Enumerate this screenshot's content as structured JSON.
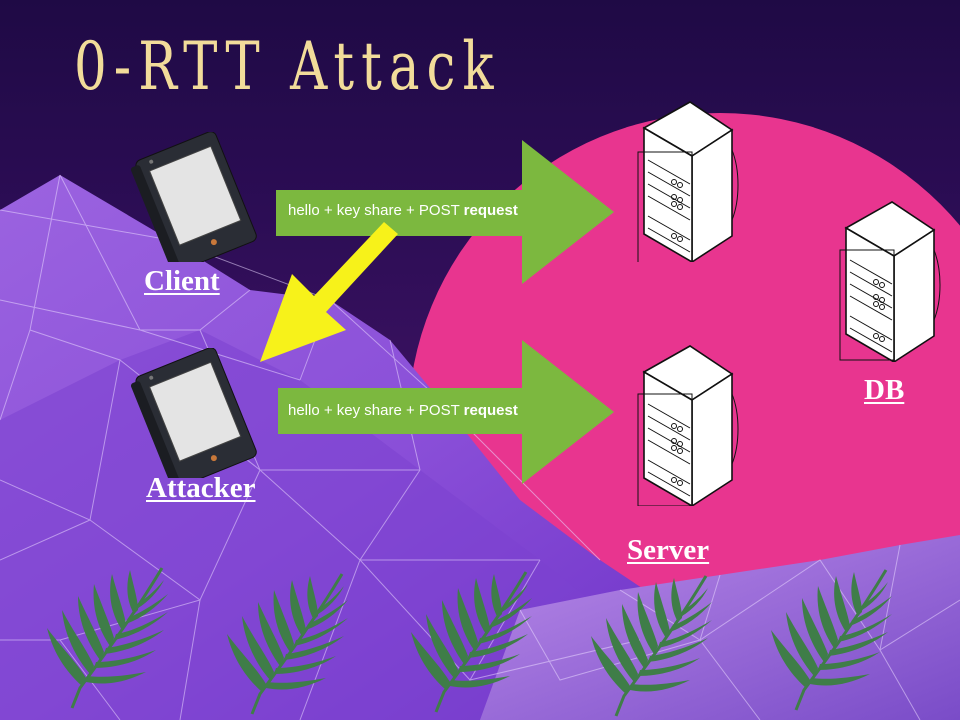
{
  "slide": {
    "title": "0-RTT Attack",
    "colors": {
      "title": "#f2dc9a",
      "arrow_green": "#7cb83f",
      "attack_arrow": "#f7f21a",
      "sun_pink": "#e8358f",
      "fern_green": "#3f7d48"
    },
    "messages": [
      {
        "text": "hello + key share + POST ",
        "bold": "request"
      },
      {
        "text": "hello + key share + POST ",
        "bold": "request"
      }
    ],
    "nodes": {
      "client": "Client",
      "attacker": "Attacker",
      "server": "Server",
      "db": "DB"
    }
  }
}
